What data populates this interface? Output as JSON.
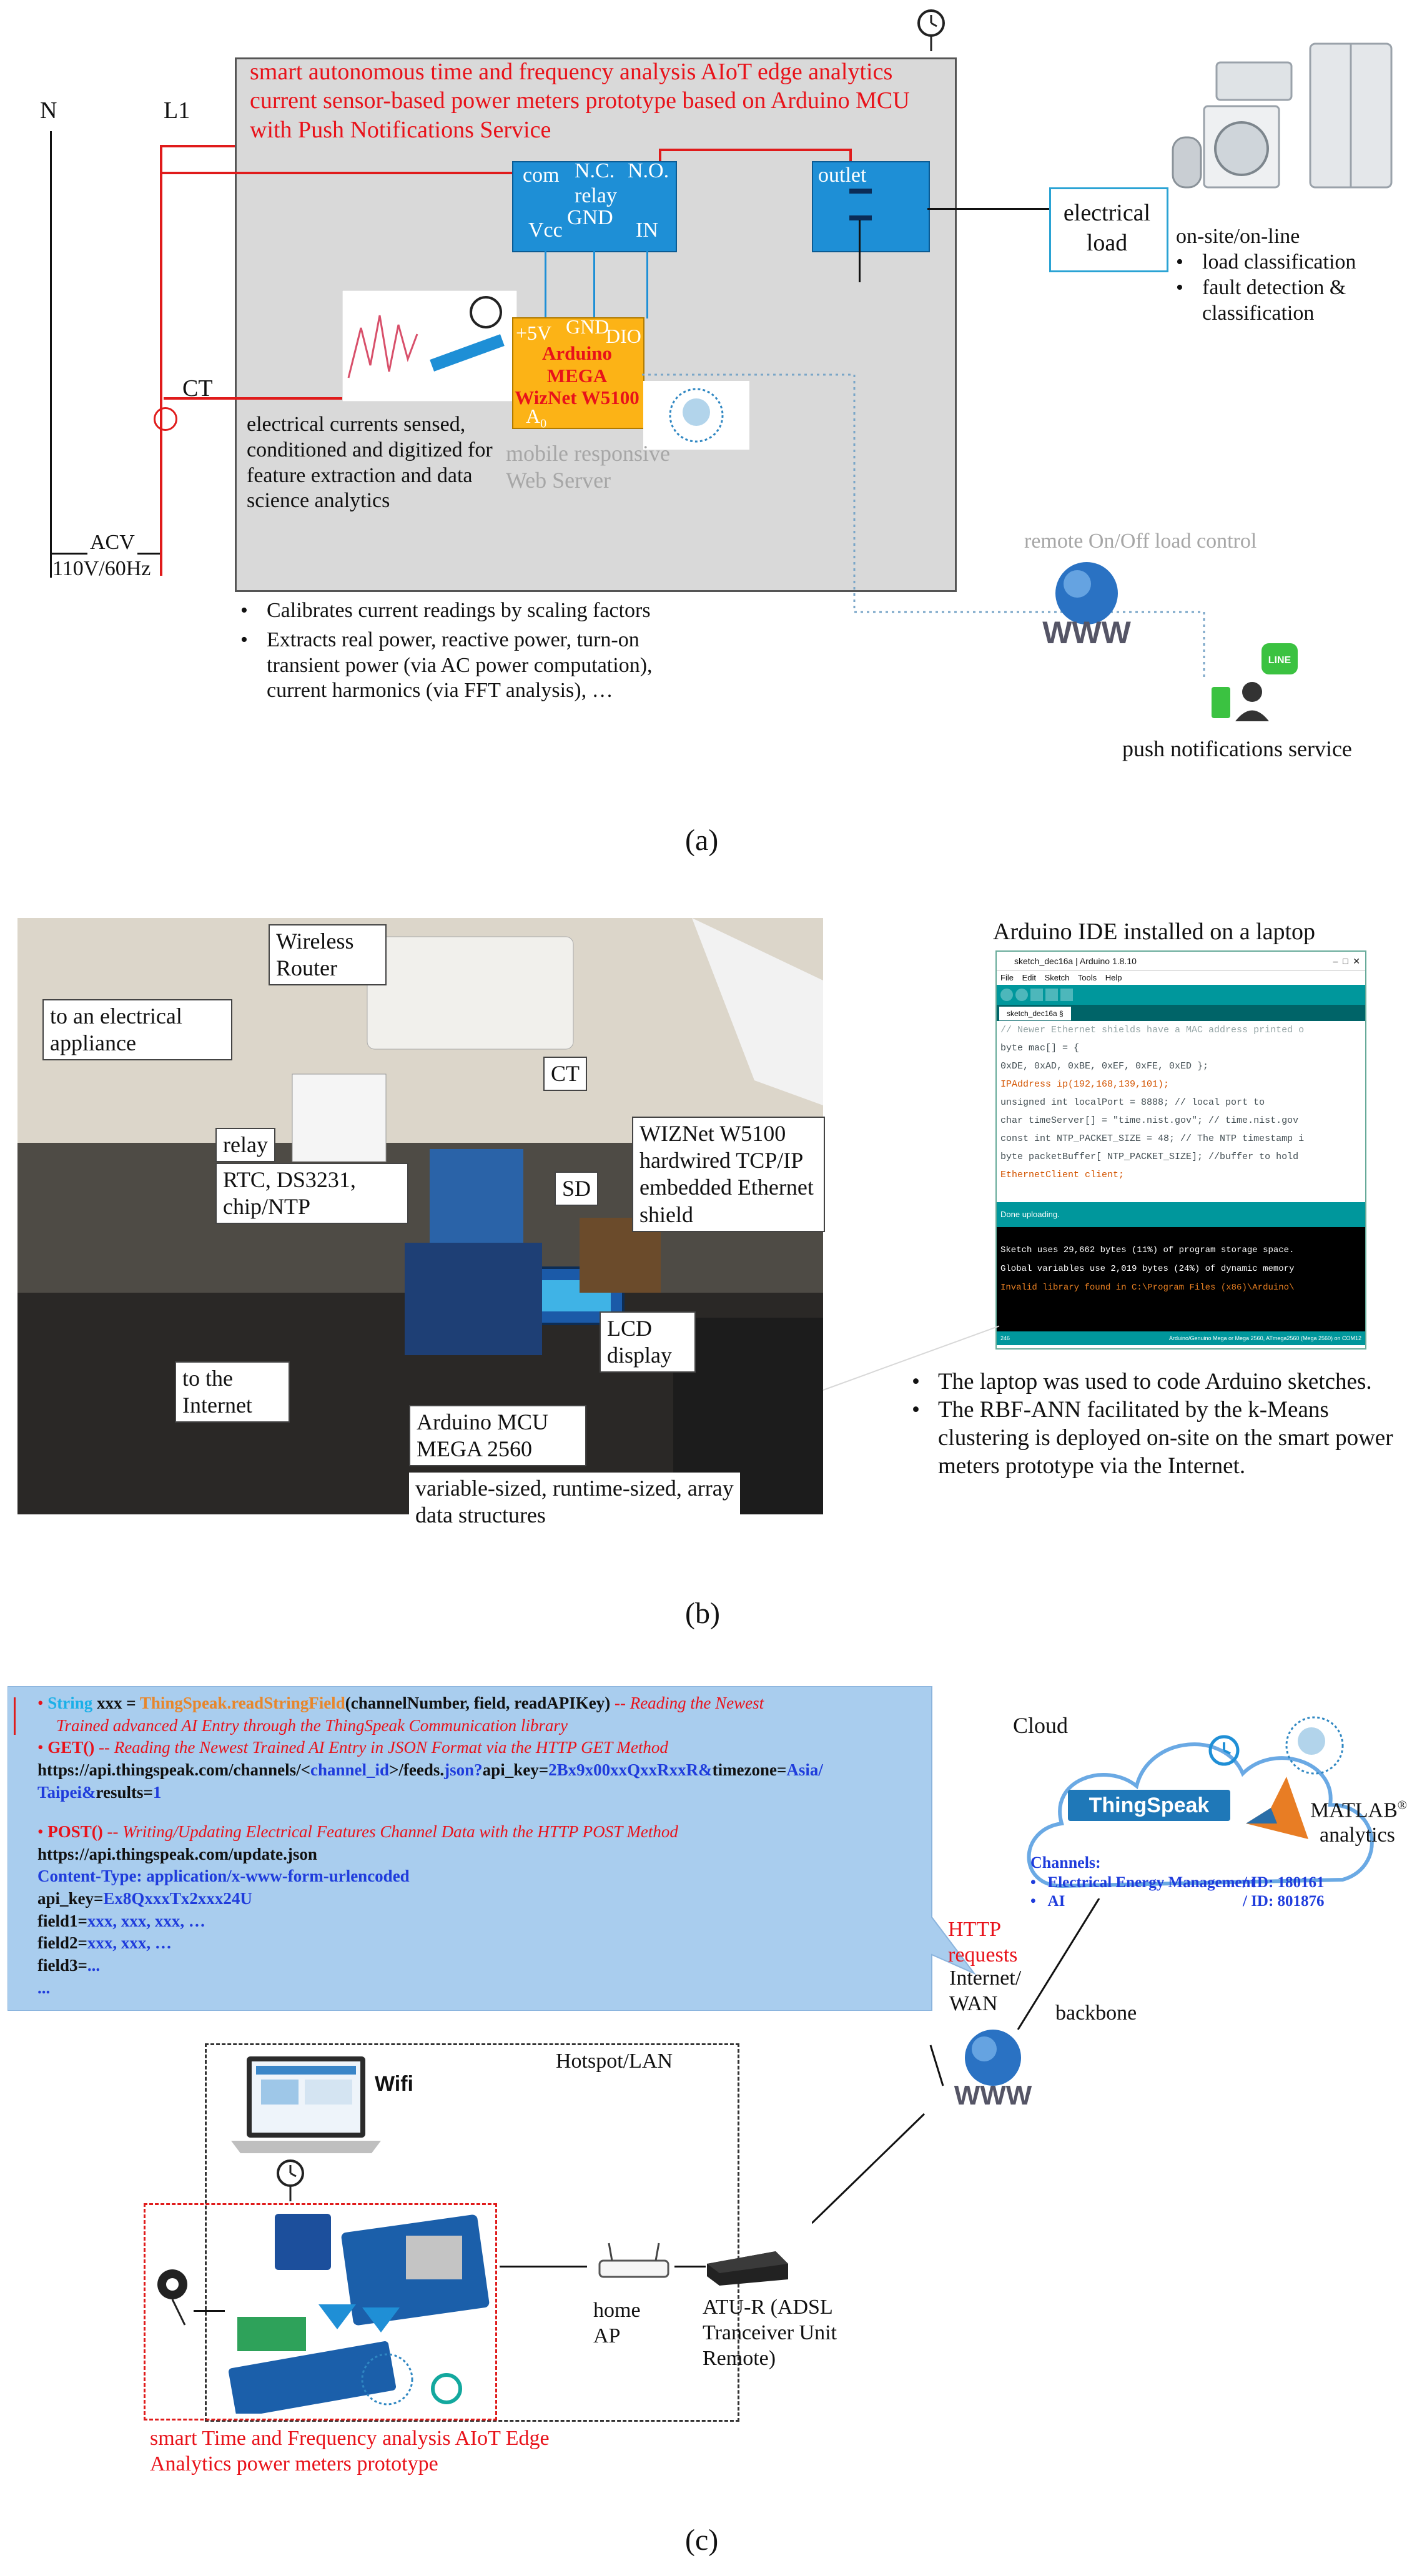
{
  "a": {
    "title": "smart autonomous time and frequency analysis AIoT edge analytics current sensor-based power meters prototype based on Arduino MCU with Push Notifications Service",
    "line_n": "N",
    "line_l1": "L1",
    "ct": "CT",
    "acv": "ACV",
    "acv_value": "110V/60Hz",
    "relay": {
      "com": "com",
      "nc": "N.C.",
      "no": "N.O.",
      "relay": "relay",
      "gnd": "GND",
      "vcc": "Vcc",
      "in": "IN"
    },
    "outlet": "outlet",
    "arduino": {
      "p5v": "+5V",
      "gnd": "GND",
      "dio": "DIO",
      "line1": "Arduino",
      "line2": "MEGA",
      "line3": "WizNet W5100",
      "a0": "A",
      "a0_sub": "0"
    },
    "web_server": "mobile responsive Web Server",
    "sensed_text": "electrical currents sensed, conditioned and digitized for feature extraction and data science analytics",
    "electrical_load": "electrical load",
    "onsite": "on-site/on-line",
    "onsite_items": [
      "load classification",
      "fault detection & classification"
    ],
    "remote": "remote On/Off load control",
    "push": "push notifications service",
    "calib_items": [
      "Calibrates current readings by scaling factors",
      "Extracts real power, reactive power, turn-on transient power (via AC power computation),  current harmonics (via FFT analysis), …"
    ],
    "www": "WWW",
    "line_badge": "LINE",
    "caption": "(a)"
  },
  "b": {
    "labels": {
      "wireless": "Wireless Router",
      "appliance": "to an electrical appliance",
      "ct": "CT",
      "relay": "relay",
      "rtc": "RTC, DS3231, chip/NTP",
      "wiznet": "WIZNet W5100 hardwired TCP/IP embedded Ethernet shield",
      "sd": "SD",
      "lcd": "LCD display",
      "internet": "to the Internet",
      "arduino": "Arduino MCU MEGA 2560",
      "variable": "variable-sized, runtime-sized, array data structures"
    },
    "ide_title": "Arduino IDE installed on a laptop",
    "ide": {
      "window_title": "sketch_dec16a | Arduino 1.8.10",
      "menu": [
        "File",
        "Edit",
        "Sketch",
        "Tools",
        "Help"
      ],
      "tab": "sketch_dec16a §",
      "code": [
        "// Newer Ethernet shields have a MAC address printed o",
        "byte mac[] = {",
        "  0xDE, 0xAD, 0xBE, 0xEF, 0xFE, 0xED };",
        "IPAddress ip(192,168,139,101);",
        "unsigned int localPort = 8888;      // local port to",
        "char timeServer[] = \"time.nist.gov\";  // time.nist.gov",
        "const int NTP_PACKET_SIZE = 48;  // The NTP timestamp i",
        "byte packetBuffer[ NTP_PACKET_SIZE];  //buffer to hold",
        "EthernetClient client;"
      ],
      "status": "Done uploading.",
      "console": [
        "Sketch uses 29,662 bytes (11%) of program storage space.",
        "Global variables use 2,019 bytes (24%) of dynamic memory",
        "Invalid library found in C:\\Program Files (x86)\\Arduino\\"
      ],
      "footer": "Arduino/Genuino Mega or Mega 2560, ATmega2560 (Mega 2560) on COM12",
      "line_no": "246"
    },
    "bullets": [
      "The laptop was used to code Arduino sketches.",
      "The RBF-ANN facilitated by the k-Means clustering is deployed on-site on the smart power meters prototype via the Internet."
    ],
    "caption": "(b)"
  },
  "c": {
    "code": {
      "l1_a": "String",
      "l1_b": " xxx = ",
      "l1_c": "ThingSpeak",
      "l1_d": ".readStringField",
      "l1_e": "(channelNumber, field, readAPIKey)",
      "l1_f": " -- Reading the Newest",
      "l2": "Trained advanced AI Entry through the ThingSpeak Communication library",
      "l3_a": "GET()",
      "l3_b": " -- Reading the Newest Trained AI Entry in JSON Format via the HTTP GET Method",
      "l4_a": "https://api.thingspeak.com/channels/<",
      "l4_b": "channel_id",
      "l4_c": ">/feeds.",
      "l4_d": "json?",
      "l4_e": "api_key=",
      "l4_f": "2Bx9x00xxQxxRxxR&",
      "l4_g": "timezone=",
      "l4_h": "Asia/",
      "l5_a": "Taipei&",
      "l5_b": "results=",
      "l5_c": "1",
      "l6_a": "POST()",
      "l6_b": " -- Writing/Updating Electrical Features Channel Data with the HTTP POST Method",
      "l7": "https://api.thingspeak.com/update.json",
      "l8": "Content-Type: application/x-www-form-urlencoded",
      "l9_a": "api_key=",
      "l9_b": "Ex8QxxxTx2xxx24U",
      "l10_a": "field1=",
      "l10_b": "xxx,  xxx, xxx, …",
      "l11_a": "field2=",
      "l11_b": "xxx, xxx, …",
      "l12_a": "field3=",
      "l12_b": "...",
      "l13": "..."
    },
    "cloud": "Cloud",
    "thingspeak": "ThingSpeak",
    "matlab": "MATLAB",
    "matlab_sup": "®",
    "analytics": "analytics",
    "channels_title": "Channels:",
    "channels": [
      {
        "name": "Electrical Energy Management",
        "id": "/ ID: 180161"
      },
      {
        "name": "AI",
        "id": "/ ID: 801876"
      }
    ],
    "http_requests": "HTTP requests",
    "internet_wan": "Internet/ WAN",
    "backbone": "backbone",
    "hotspot": "Hotspot/LAN",
    "wifi": "Wifi",
    "home_ap": "home AP",
    "atur": "ATU-R (ADSL Tranceiver Unit Remote)",
    "prototype": "smart Time and Frequency analysis AIoT Edge Analytics power meters prototype",
    "www": "WWW",
    "caption": "(c)"
  },
  "colors": {
    "red": "#e8121a",
    "relay_blue": "#1e8fd6",
    "arduino_yellow": "#fcb316",
    "gray_box": "#d9d9d9",
    "code_panel": "#a9cdee"
  }
}
